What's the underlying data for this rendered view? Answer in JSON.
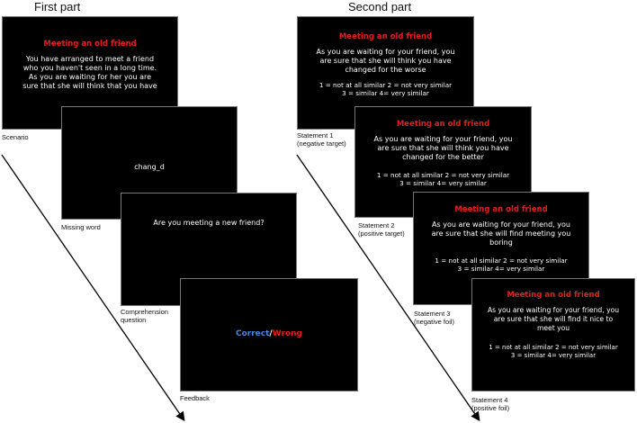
{
  "first_part": {
    "title": "First part",
    "scenario": {
      "heading": "Meeting an old friend",
      "lines": [
        "You have arranged to meet a friend",
        "who you haven't seen in a long time.",
        "As you are waiting for her you are",
        "sure that she will think that you have"
      ],
      "caption": "Scenario"
    },
    "missing_word": {
      "text": "chang_d",
      "caption": "Missing word"
    },
    "comprehension": {
      "text": "Are you meeting a new friend?",
      "caption_line1": "Comprehension",
      "caption_line2": "question"
    },
    "feedback": {
      "correct": "Correct",
      "slash": "/",
      "wrong": "Wrong",
      "caption": "Feedback"
    }
  },
  "second_part": {
    "title": "Second part",
    "statements": [
      {
        "heading": "Meeting an old friend",
        "lines": [
          "As you are waiting for your friend, you",
          "are sure that she will think you have",
          "changed for the worse"
        ],
        "scale_line1": "1 = not at all similar   2 = not very similar",
        "scale_line2": "3 = similar   4= very similar",
        "caption_line1": "Statement 1",
        "caption_line2": "(negative target)"
      },
      {
        "heading": "Meeting an old friend",
        "lines": [
          "As you are waiting for your friend, you",
          "are sure that she will think you have",
          "changed for the better"
        ],
        "scale_line1": "1 = not at all similar   2 = not very similar",
        "scale_line2": "3 = similar   4= very similar",
        "caption_line1": "Statement 2",
        "caption_line2": "(positive target)"
      },
      {
        "heading": "Meeting an old friend",
        "lines": [
          "As you are waiting for your friend, you",
          "are sure that she will find meeting you",
          "boring"
        ],
        "scale_line1": "1 = not at all similar   2 = not very similar",
        "scale_line2": "3 = similar   4= very similar",
        "caption_line1": "Statement 3",
        "caption_line2": "(negative foil)"
      },
      {
        "heading": "Meeting an old friend",
        "lines": [
          "As you are waiting for your friend, you",
          "are sure that she will find it nice to",
          "meet you"
        ],
        "scale_line1": "1 = not at all similar   2 = not very similar",
        "scale_line2": "3 = similar   4= very similar",
        "caption_line1": "Statement 4",
        "caption_line2": "(positive foil)"
      }
    ]
  },
  "colors": {
    "screen_background": "#000000",
    "heading_red": "#e02020",
    "correct_blue": "#4a86d8",
    "arrow": "#000000"
  }
}
